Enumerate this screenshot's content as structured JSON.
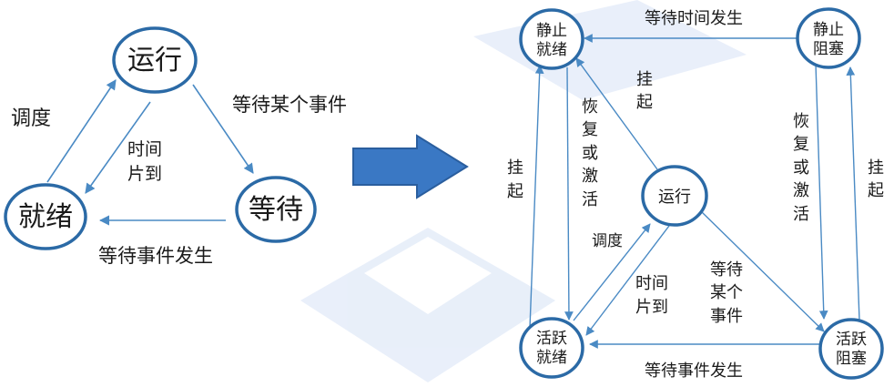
{
  "colors": {
    "node_stroke": "#2b6aa6",
    "edge": "#4a8ac4",
    "big_arrow": "#3a78c4",
    "big_arrow_stroke": "#2a5e9e",
    "watermark": "#4a7fd6"
  },
  "left_diagram": {
    "nodes": {
      "running": "运行",
      "ready": "就绪",
      "waiting": "等待"
    },
    "edges": {
      "schedule": "调度",
      "timeslice_line1": "时间",
      "timeslice_line2": "片到",
      "wait_event": "等待某个事件",
      "event_occurs": "等待事件发生"
    }
  },
  "right_diagram": {
    "nodes": {
      "static_ready": [
        "静止",
        "就绪"
      ],
      "static_blocked": [
        "静止",
        "阻塞"
      ],
      "running": "运行",
      "active_ready": [
        "活跃",
        "就绪"
      ],
      "active_blocked": [
        "活跃",
        "阻塞"
      ]
    },
    "edges": {
      "top_wait_event_occurs": "等待时间发生",
      "suspend_inner": [
        "挂",
        "起"
      ],
      "suspend_left": [
        "挂",
        "起"
      ],
      "resume_left": [
        "恢",
        "复",
        "或",
        "激",
        "活"
      ],
      "resume_right": [
        "恢",
        "复",
        "或",
        "激",
        "活"
      ],
      "suspend_right": [
        "挂",
        "起"
      ],
      "schedule": "调度",
      "timeslice": [
        "时间",
        "片到"
      ],
      "wait_some_event": [
        "等待",
        "某个",
        "事件"
      ],
      "bottom_event_occurs": "等待事件发生"
    }
  }
}
